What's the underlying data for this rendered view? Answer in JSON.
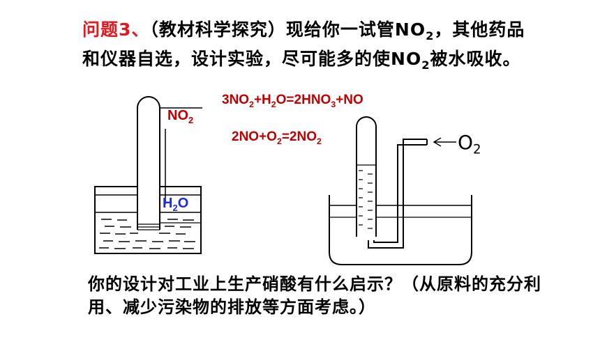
{
  "question": {
    "label": "问题3、",
    "text_before_no2": "（教材科学探究）现给你一试管",
    "no2_base": "NO",
    "no2_sub": "2",
    "text_after_no2": "，其他药品和仪器自选，设计实验，尽可能多的使",
    "line3_base": "NO",
    "line3_sub": "2",
    "line3_rest": "被水吸收。"
  },
  "equations": {
    "eq1": {
      "a": "3NO",
      "a_sub": "2",
      "b": "+H",
      "b_sub": "2",
      "c": "O=2HNO",
      "c_sub": "3",
      "d": "+NO"
    },
    "eq2": {
      "a": "2NO+O",
      "a_sub": "2",
      "b": "=2NO",
      "b_sub": "2"
    }
  },
  "labels": {
    "no2": {
      "base": "NO",
      "sub": "2"
    },
    "h2o": {
      "a": "H",
      "sub": "2",
      "b": "O"
    },
    "o2": {
      "base": "O",
      "sub": "2"
    }
  },
  "bottom": {
    "text": "你的设计对工业上生产硝酸有什么启示？（从原料的充分利用、减少污染物的排放等方面考虑。）"
  },
  "colors": {
    "accent_red": "#e6171d",
    "equation_red": "#c00000",
    "label_blue": "#1f2bd6"
  }
}
